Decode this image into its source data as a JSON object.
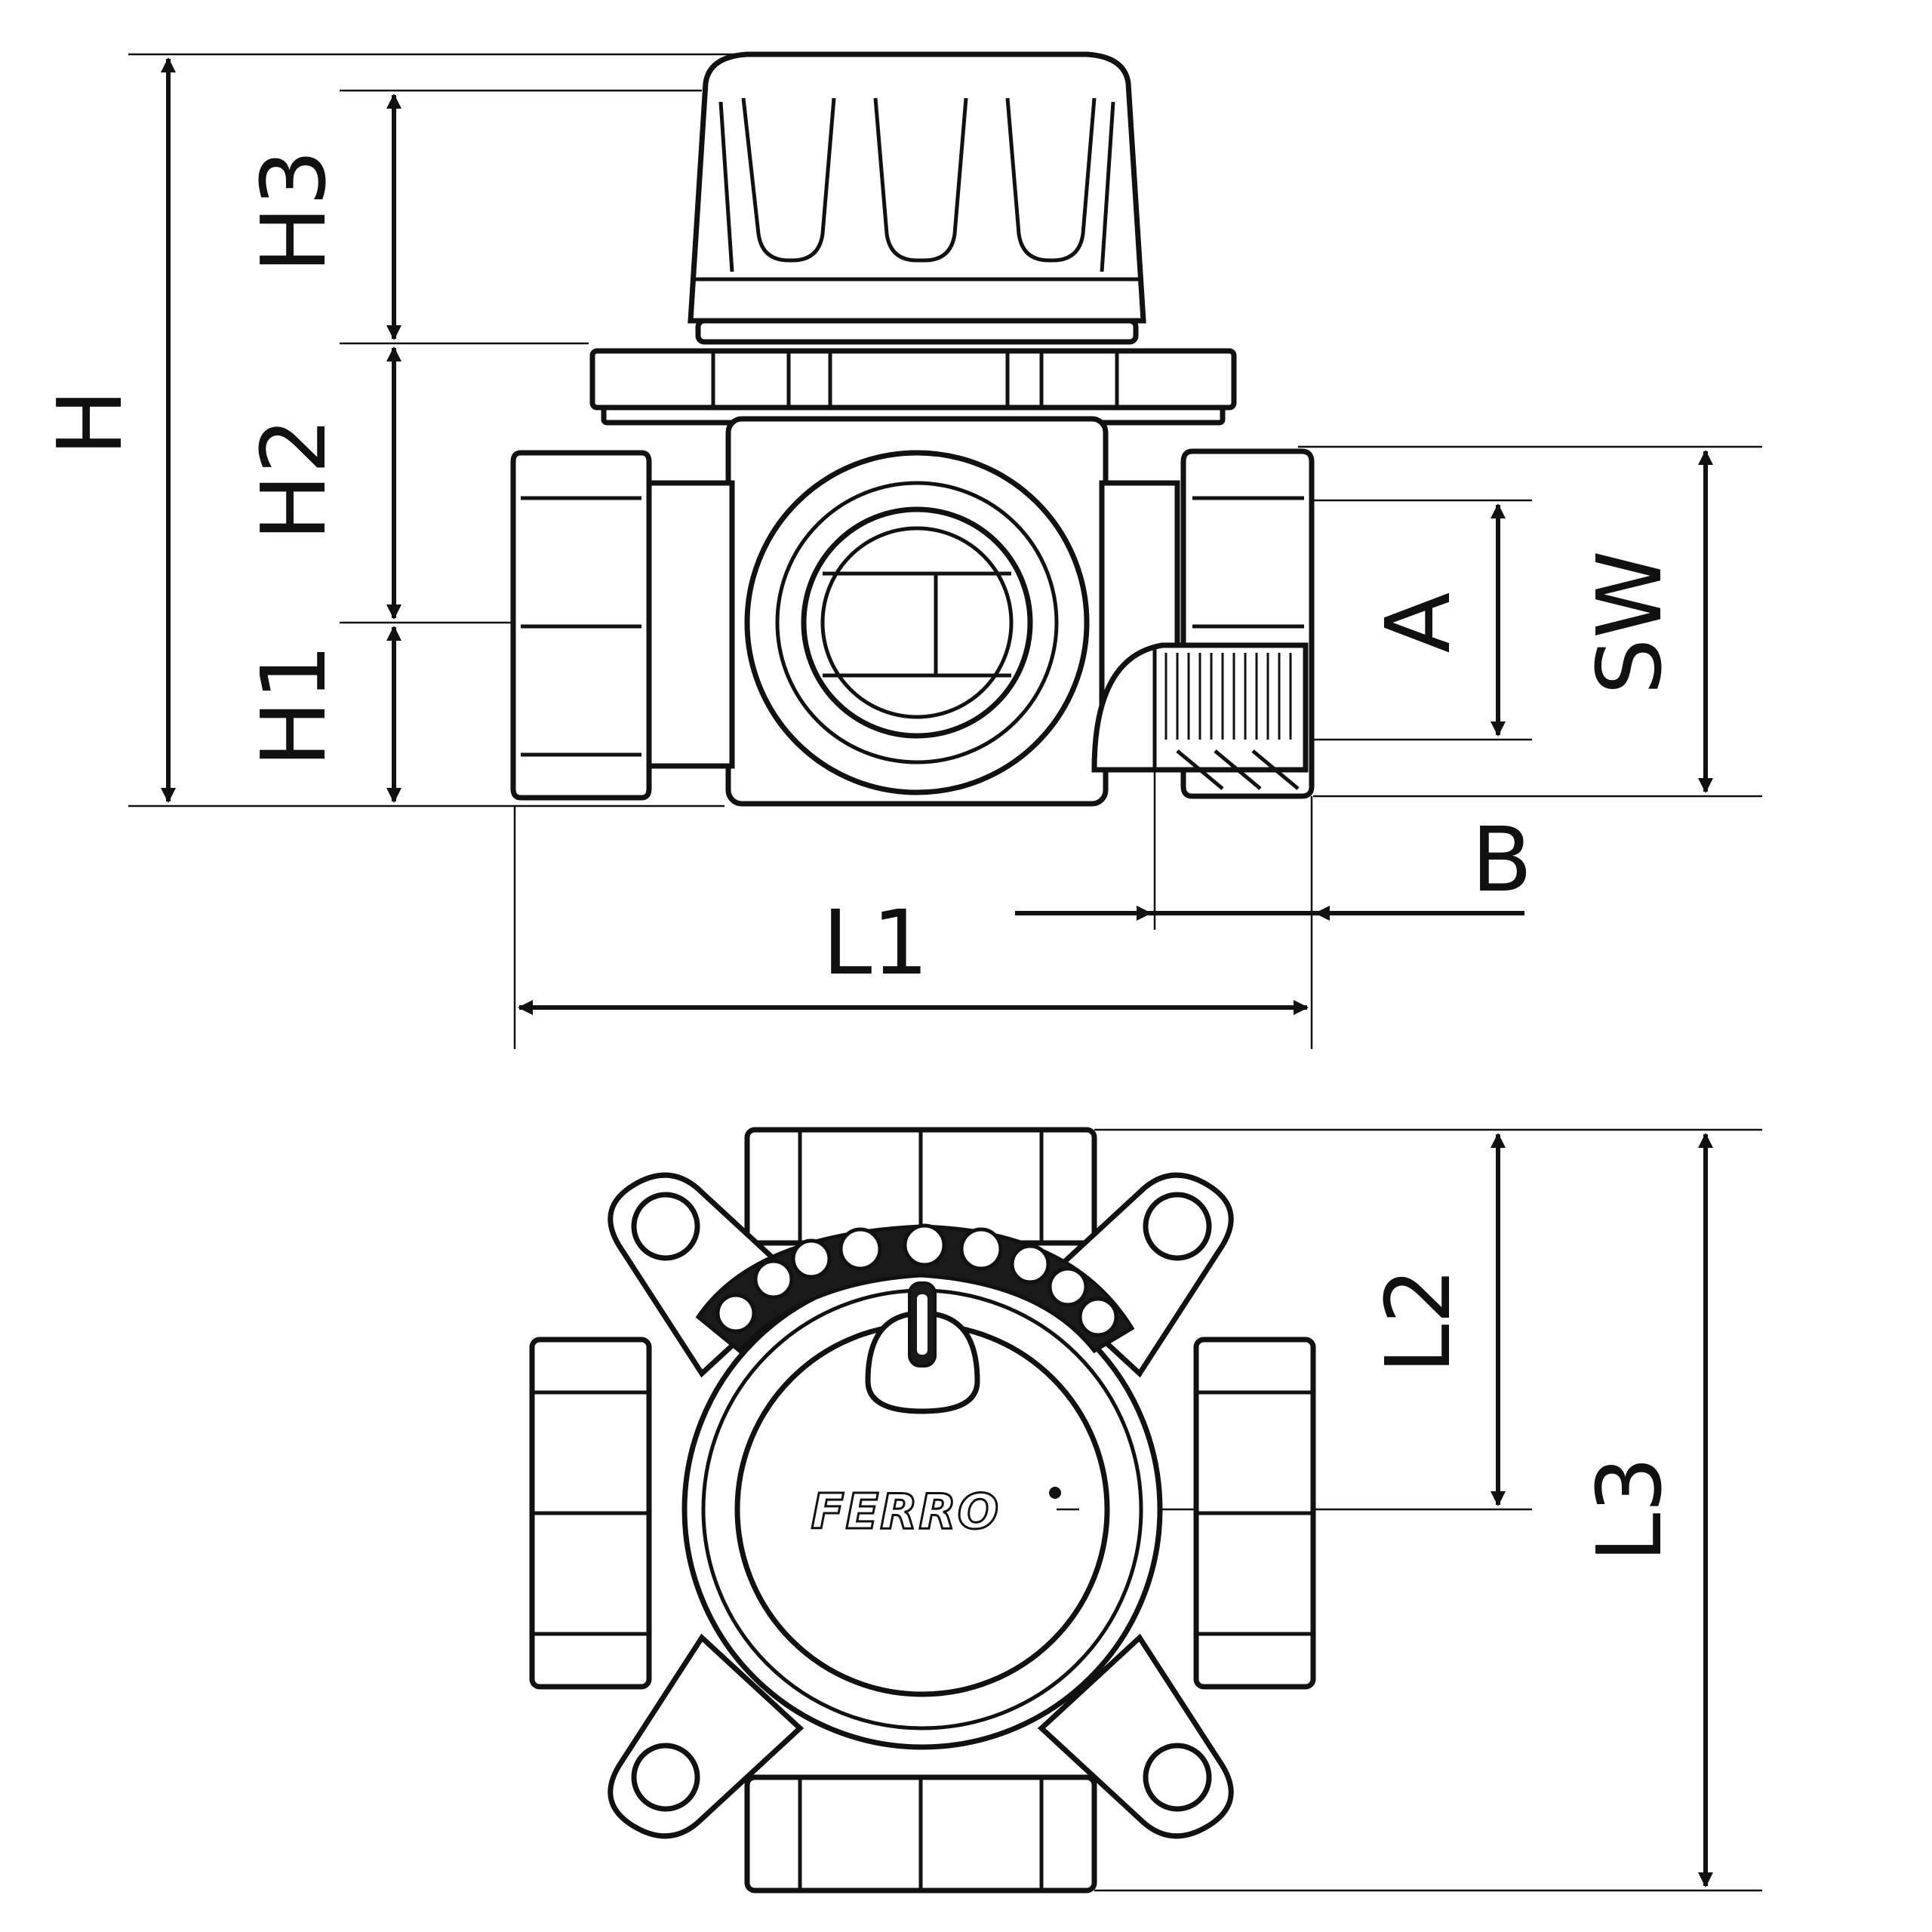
{
  "diagram": {
    "labels": {
      "h": "H",
      "h1": "H1",
      "h2": "H2",
      "h3": "H3",
      "a": "A",
      "sw": "SW",
      "b": "B",
      "l1": "L1",
      "l2": "L2",
      "l3": "L3",
      "brand": "FERRO"
    },
    "colors": {
      "line": "#111111",
      "background": "#ffffff"
    }
  }
}
